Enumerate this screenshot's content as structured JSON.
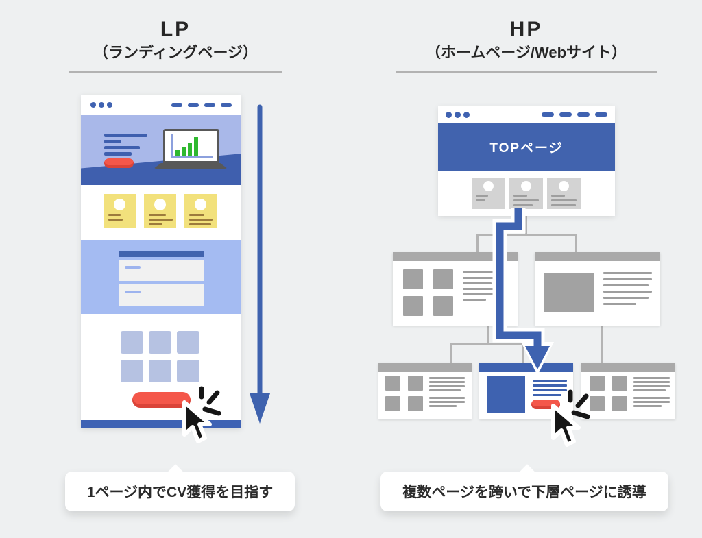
{
  "left": {
    "title": "LP",
    "subtitle": "（ランディングページ）",
    "caption": "1ページ内でCV獲得を目指す"
  },
  "right": {
    "title": "HP",
    "subtitle": "（ホームページ/Webサイト）",
    "top_page_label": "TOPページ",
    "caption": "複数ページを跨いで下層ページに誘導"
  },
  "colors": {
    "background": "#eef0f1",
    "primary_blue": "#3e62b0",
    "banner_blue": "#4163ae",
    "hero_light_blue": "#a9b8e9",
    "form_light_blue": "#a4bbf2",
    "grid_periwinkle": "#b6c2e2",
    "card_yellow": "#f2e17c",
    "card_yellow_text": "#9c7b3c",
    "button_red": "#f4574a",
    "chart_green": "#2fb82f",
    "gray_connector": "#b4b4b4",
    "gray_block": "#a2a2a2",
    "gray_card": "#d3d3d3",
    "text_dark": "#262626"
  }
}
